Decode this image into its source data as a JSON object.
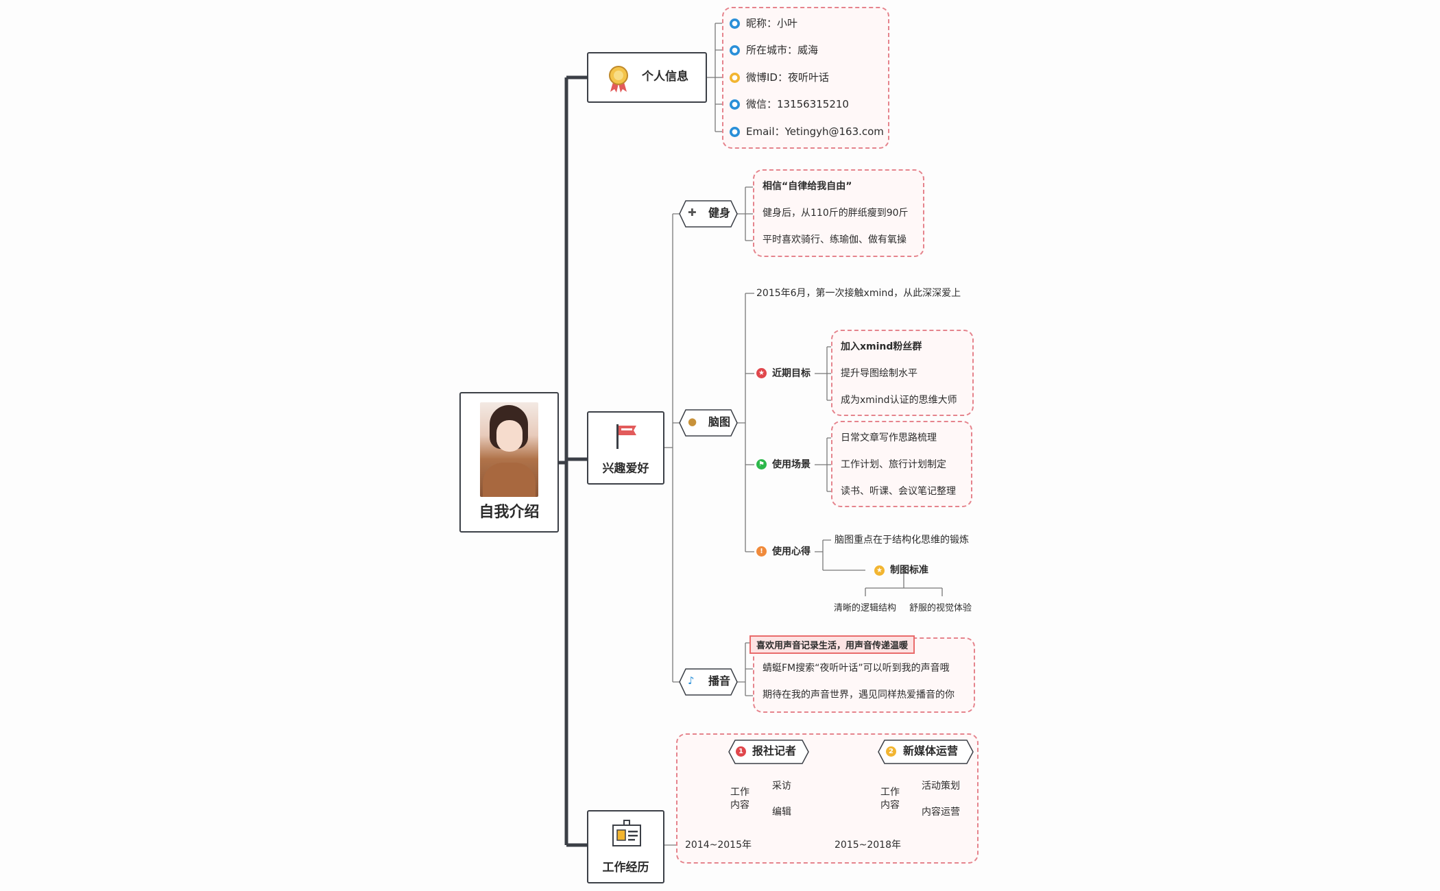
{
  "root": {
    "label": "自我介绍"
  },
  "personal": {
    "label": "个人信息",
    "items": [
      "昵称：小叶",
      "所在城市：威海",
      "微博ID：夜听叶话",
      "微信：13156315210",
      "Email：Yetingyh@163.com"
    ],
    "icons": [
      "user-icon",
      "location-pin-icon",
      "weibo-icon",
      "phone-icon",
      "email-icon"
    ]
  },
  "hobbies": {
    "label": "兴趣爱好",
    "fitness": {
      "label": "健身",
      "items": [
        "相信“自律给我自由”",
        "健身后，从110斤的胖纸瘦到90斤",
        "平时喜欢骑行、练瑜伽、做有氧操"
      ]
    },
    "mindmap": {
      "label": "脑图",
      "first": "2015年6月，第一次接触xmind，从此深深爱上",
      "goals": {
        "label": "近期目标",
        "items": [
          "加入xmind粉丝群",
          "提升导图绘制水平",
          "成为xmind认证的思维大师"
        ]
      },
      "scenes": {
        "label": "使用场景",
        "items": [
          "日常文章写作思路梳理",
          "工作计划、旅行计划制定",
          "读书、听课、会议笔记整理"
        ]
      },
      "insights": {
        "label": "使用心得",
        "point": "脑图重点在于结构化思维的锻炼",
        "standard": "制图标准",
        "standard_items": [
          "清晰的逻辑结构",
          "舒服的视觉体验"
        ]
      }
    },
    "broadcast": {
      "label": "播音",
      "callout": "喜欢用声音记录生活，用声音传递温暖",
      "items": [
        "蜻蜓FM搜索“夜听叶话”可以听到我的声音哦",
        "期待在我的声音世界，遇见同样热爱播音的你"
      ]
    }
  },
  "work": {
    "label": "工作经历",
    "jobs": [
      {
        "num": "1",
        "title": "报社记者",
        "period": "2014~2015年",
        "content_label_1": "工作",
        "content_label_2": "内容",
        "items": [
          "采访",
          "编辑"
        ]
      },
      {
        "num": "2",
        "title": "新媒体运营",
        "period": "2015~2018年",
        "content_label_1": "工作",
        "content_label_2": "内容",
        "items": [
          "活动策划",
          "内容运营"
        ]
      }
    ]
  },
  "colors": {
    "line": "#3b3f46",
    "dash": "#e5838c",
    "red": "#e0474c",
    "green": "#2db84b",
    "orange": "#f08a3b",
    "blue": "#2a8fd8",
    "yellow": "#f2b531"
  }
}
